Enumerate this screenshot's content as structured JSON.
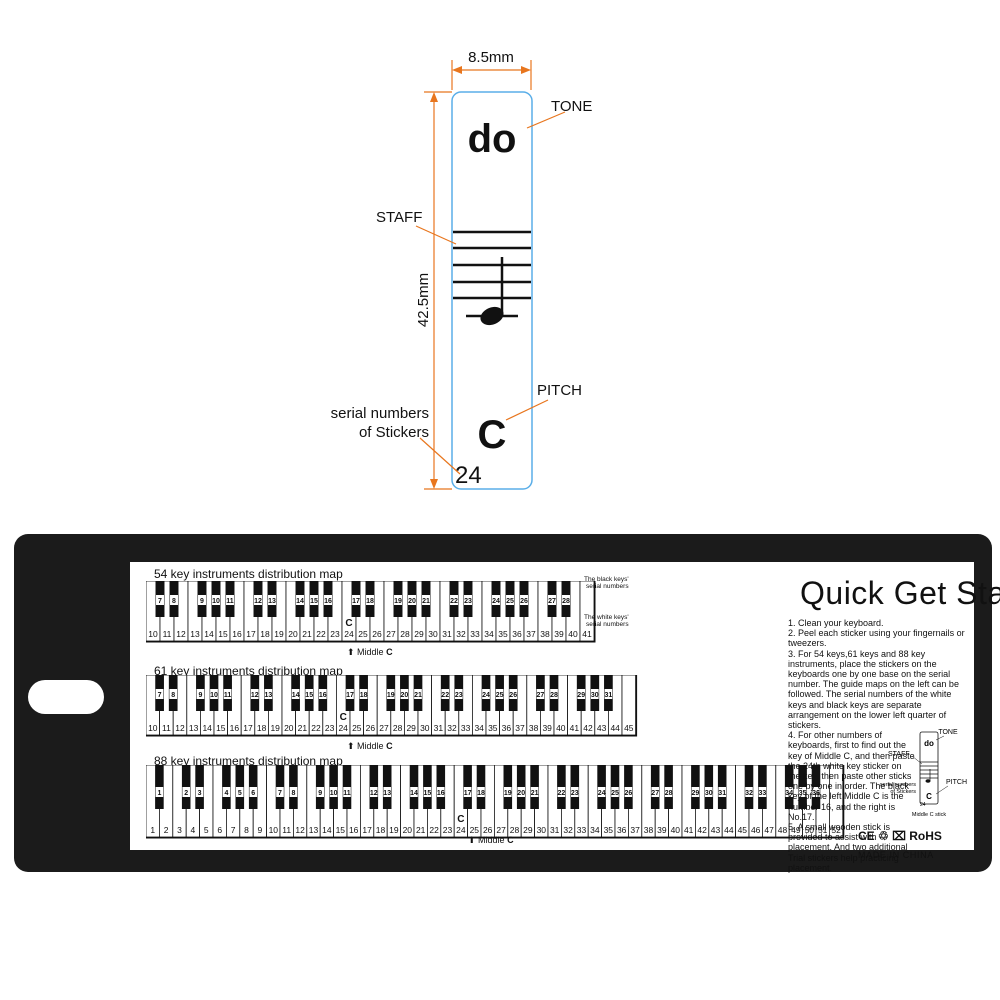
{
  "sticker": {
    "width_label": "8.5mm",
    "height_label": "42.5mm",
    "tone_text": "do",
    "pitch_text": "C",
    "serial_number": "24",
    "callout_tone": "TONE",
    "callout_staff": "STAFF",
    "callout_pitch": "PITCH",
    "callout_serial_line1": "serial numbers",
    "callout_serial_line2": "of Stickers",
    "colors": {
      "dimension": "#e8761e",
      "outline": "#5aaee8",
      "ink": "#111111"
    }
  },
  "card": {
    "maps": [
      {
        "title": "54 key instruments distribution map",
        "white_start": 10,
        "white_end": 41,
        "black_numbers": [
          "7",
          "8",
          "9",
          "10",
          "11",
          "12",
          "13",
          "14",
          "15",
          "16",
          "17",
          "18",
          "19",
          "20",
          "21",
          "22",
          "23",
          "24",
          "25",
          "26",
          "27",
          "28"
        ],
        "c_label": "C",
        "middle_label": "Middle",
        "middle_bold": "C"
      },
      {
        "title": "61 key instruments distribution map",
        "white_start": 10,
        "white_end": 45,
        "black_numbers": [
          "7",
          "8",
          "9",
          "10",
          "11",
          "12",
          "13",
          "14",
          "15",
          "16",
          "17",
          "18",
          "19",
          "20",
          "21",
          "22",
          "23",
          "24",
          "25",
          "26",
          "27",
          "28",
          "29",
          "30",
          "31"
        ],
        "c_label": "C",
        "middle_label": "Middle",
        "middle_bold": "C"
      },
      {
        "title": "88 key instruments distribution map",
        "white_start": 1,
        "white_end": 52,
        "black_numbers": [
          "1",
          "2",
          "3",
          "4",
          "5",
          "6",
          "7",
          "8",
          "9",
          "10",
          "11",
          "12",
          "13",
          "14",
          "15",
          "16",
          "17",
          "18",
          "19",
          "20",
          "21",
          "22",
          "23",
          "24",
          "25",
          "26",
          "27",
          "28",
          "29",
          "30",
          "31",
          "32",
          "33",
          "34",
          "35",
          "36"
        ],
        "c_label": "C",
        "middle_label": "Middle",
        "middle_bold": "C"
      }
    ],
    "black_keys_note_line1": "The black keys'",
    "black_keys_note_line2": "serial numbers",
    "white_keys_note_line1": "The white keys'",
    "white_keys_note_line2": "serial numbers",
    "quick_title": "Quick Get Start",
    "steps": [
      "1. Clean your keyboard.",
      "2. Peel each sticker using your fingernails or tweezers.",
      "3. For 54 keys,61 keys and 88 key instruments, place the stickers on the keyboards one by one base on the serial number. The guide maps on the left can be followed. The serial numbers of the white keys and black keys are separate arrangement on the lower left quarter of stickers.",
      "4. For other numbers of keyboards, first to find out the key of Middle C, and then paste the 24th white key sticker on the key, then paste other sticks one by one in order. The black key of the left Middle C is the number 16, and the right is No.17.",
      "5. A small wooden stick is provided to assist with placement. And two additional Trial stickers help practicing placement."
    ],
    "mini": {
      "tone": "TONE",
      "staff": "STAFF",
      "pitch": "PITCH",
      "serial_line1": "serial numbers",
      "serial_line2": "of Stickers",
      "do": "do",
      "c": "C",
      "num": "24",
      "caption": "Middle C stick"
    },
    "certifications": "CE ♲ ⌧ RoHS",
    "made_in": "MADE IN CHINA"
  }
}
